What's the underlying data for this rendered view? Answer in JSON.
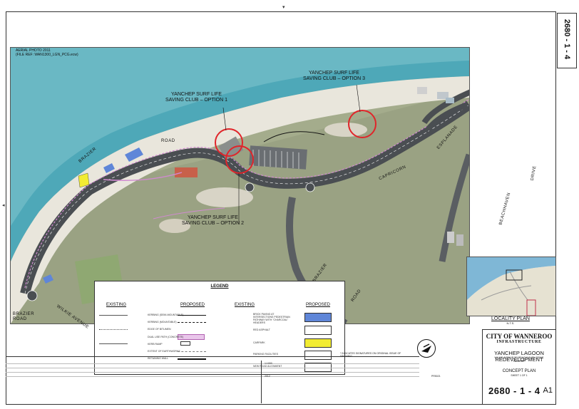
{
  "drawing": {
    "number": "2680 - 1 - 4",
    "sheet_size": "A1",
    "photo_note": [
      "AERIAL PHOTO 2011",
      "(FILE REF: WAN1300_LGN_PCG.ecw)"
    ]
  },
  "callouts": {
    "option1": [
      "YANCHEP SURF LIFE",
      "SAVING CLUB – OPTION 1"
    ],
    "option2": [
      "YANCHEP SURF LIFE",
      "SAVING CLUB – OPTION 2"
    ],
    "option3": [
      "YANCHEP SURF LIFE",
      "SAVING CLUB – OPTION 3"
    ]
  },
  "roads": {
    "road": "ROAD",
    "brazier": "BRAZIER",
    "capricorn": "CAPRICORN",
    "esplanade": "ESPLANADE",
    "drive": "DRIVE",
    "beachhaven": "BEACHHAVEN",
    "brazier_road": [
      "BRAZIER",
      "ROAD"
    ],
    "wilkie": "WILKIE AVENUE",
    "brazier2": "BRAZIER",
    "road2": "ROAD"
  },
  "legend": {
    "title": "LEGEND",
    "existing": "EXISTING",
    "proposed": "PROPOSED",
    "left_items": [
      "KERBING (SEMI-MOUNTABLE)",
      "KERBING (MOUNTABLE)",
      "EDGE OF BITUMEN",
      "DUAL USE PATH (CONCRETE)",
      "KERB RAMP",
      "EXTENT OF EARTHWORKS",
      "RETAINING WALL"
    ],
    "right_items": [
      "BRICK PAVING AT INTERSECTIONS PEDESTRIAN PATHWAY WITH \"CHARCOAL\" HEADERS",
      "RED ASPHALT",
      "CARPARK",
      "PARKING FACILITIES",
      "NEW ROAD ALIGNMENT"
    ]
  },
  "locality": {
    "caption": "LOCALITY PLAN",
    "sub": "N.T.S."
  },
  "title_block": {
    "org": "CITY OF WANNEROO",
    "org2": "INFRASTRUCTURE",
    "project": "YANCHEP LAGOON REDEVELOPMENT",
    "sub1": "WILKIE AVENUE TO BEACHHAVEN DRIVE",
    "sub2": "YANCHEP",
    "plan": "CONCEPT PLAN",
    "sheet": "SHEET 1 OF 1"
  },
  "info": {
    "scale": "1:1000",
    "sign_note": "* INDICATES SIGNATURES ON ORIGINAL ISSUE OF DRAWING",
    "date": "2012",
    "code": "PR5021"
  },
  "colors": {
    "ocean": "#4ea8b8",
    "sand": "#e9e6dc",
    "road": "#4a4e52",
    "accent_circle": "#e0252a",
    "dual_use_path": "#d08ad0",
    "brick": "#5f86d8",
    "carpark": "#f2ec32"
  }
}
